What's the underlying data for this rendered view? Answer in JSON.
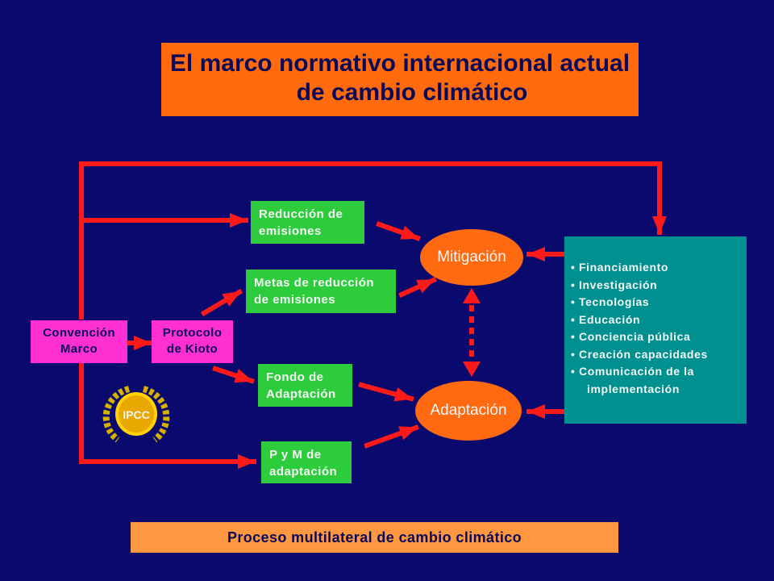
{
  "title": {
    "line1": "El marco normativo internacional actual",
    "line2": "de cambio climático"
  },
  "nodes": {
    "convencion": [
      "Convención",
      "Marco"
    ],
    "protocolo": [
      "Protocolo",
      "de Kioto"
    ],
    "reduccion": [
      "Reducción de",
      "emisiones"
    ],
    "metas": [
      "Metas de reducción",
      "de emisiones"
    ],
    "fondo": [
      "Fondo de",
      "Adaptación"
    ],
    "pym": [
      "P y M de",
      "adaptación"
    ],
    "mitigacion": "Mitigación",
    "adaptacion": "Adaptación"
  },
  "means_list": [
    "Financiamiento",
    "Investigación",
    "Tecnologías",
    "Educación",
    "Conciencia pública",
    "Creación capacidades",
    "Comunicación de la",
    "implementación"
  ],
  "ipcc_logo": "IPCC",
  "footer": "Proceso multilateral de cambio climático",
  "colors": {
    "background": "#0a0a6e",
    "arrow": "#ff1a1a",
    "title": "#ff6a0d",
    "green_box": "#2ccc3c",
    "magenta_box": "#ff2fd2",
    "ellipse": "#ff6a10",
    "teal_box": "#009090",
    "footer": "#ff9640"
  }
}
